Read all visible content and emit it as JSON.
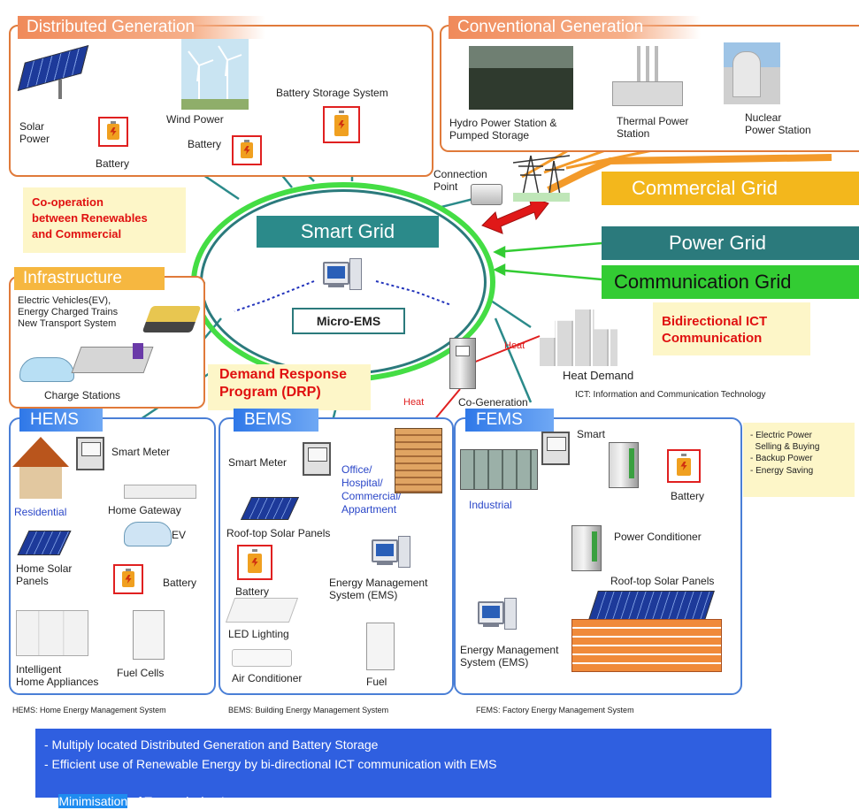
{
  "sections": {
    "distributed": "Distributed Generation",
    "conventional": "Conventional Generation",
    "infrastructure": "Infrastructure",
    "hems": "HEMS",
    "bems": "BEMS",
    "fems": "FEMS"
  },
  "distributed": {
    "solar_power": "Solar\nPower",
    "battery1": "Battery",
    "wind_power": "Wind Power",
    "battery2": "Battery",
    "battery_storage": "Battery Storage System"
  },
  "conventional": {
    "hydro": "Hydro Power Station &\nPumped Storage",
    "thermal": "Thermal Power\nStation",
    "nuclear": "Nuclear\nPower Station"
  },
  "center": {
    "connection_point": "Connection\nPoint",
    "smart_grid": "Smart Grid",
    "micro_ems": "Micro-EMS",
    "cooperation": "Co-operation\nbetween Renewables\nand Commercial",
    "drp": "Demand Response\nProgram (DRP)",
    "heat1": "Heat",
    "heat2": "Heat",
    "co_generation": "Co-Generation",
    "heat_demand": "Heat Demand"
  },
  "grids": {
    "commercial": "Commercial Grid",
    "power": "Power Grid",
    "communication": "Communication Grid"
  },
  "bidirectional": "Bidirectional ICT\nCommunication",
  "ict_note": "ICT: Information and Communication Technology",
  "infrastructure": {
    "ev_list": "Electric Vehicles(EV),\nEnergy Charged Trains\nNew Transport System",
    "charge_stations": "Charge Stations"
  },
  "hems": {
    "smart_meter": "Smart Meter",
    "residential": "Residential",
    "home_gateway": "Home Gateway",
    "ev": "EV",
    "home_solar": "Home Solar\nPanels",
    "battery": "Battery",
    "appliances": "Intelligent\nHome Appliances",
    "fuel_cells": "Fuel Cells",
    "footnote": "HEMS: Home Energy Management System"
  },
  "bems": {
    "smart_meter": "Smart Meter",
    "office": "Office/\nHospital/\nCommercial/\nAppartment",
    "rooftop": "Roof-top Solar Panels",
    "battery": "Battery",
    "ems": "Energy Management\nSystem (EMS)",
    "led": "LED Lighting",
    "air_conditioner": "Air Conditioner",
    "fuel": "Fuel",
    "footnote": "BEMS: Building Energy Management System"
  },
  "fems": {
    "smart": "Smart",
    "industrial": "Industrial",
    "battery": "Battery",
    "power_conditioner": "Power Conditioner",
    "rooftop": "Roof-top Solar Panels",
    "ems": "Energy Management\nSystem (EMS)",
    "footnote": "FEMS: Factory Energy Management System"
  },
  "benefits": [
    "- Electric Power\n  Selling & Buying",
    "- Backup Power",
    "- Energy Saving"
  ],
  "summary": [
    "- Multiply located Distributed Generation and Battery Storage",
    "- Efficient use of Renewable Energy by bi-directional ICT communication with EMS",
    "- ",
    "Minimisation",
    " of Transmission Losses"
  ],
  "colors": {
    "orange": "#f39a2a",
    "teal": "#2b7f80",
    "green": "#33cc33",
    "blue": "#2f6fe0"
  }
}
